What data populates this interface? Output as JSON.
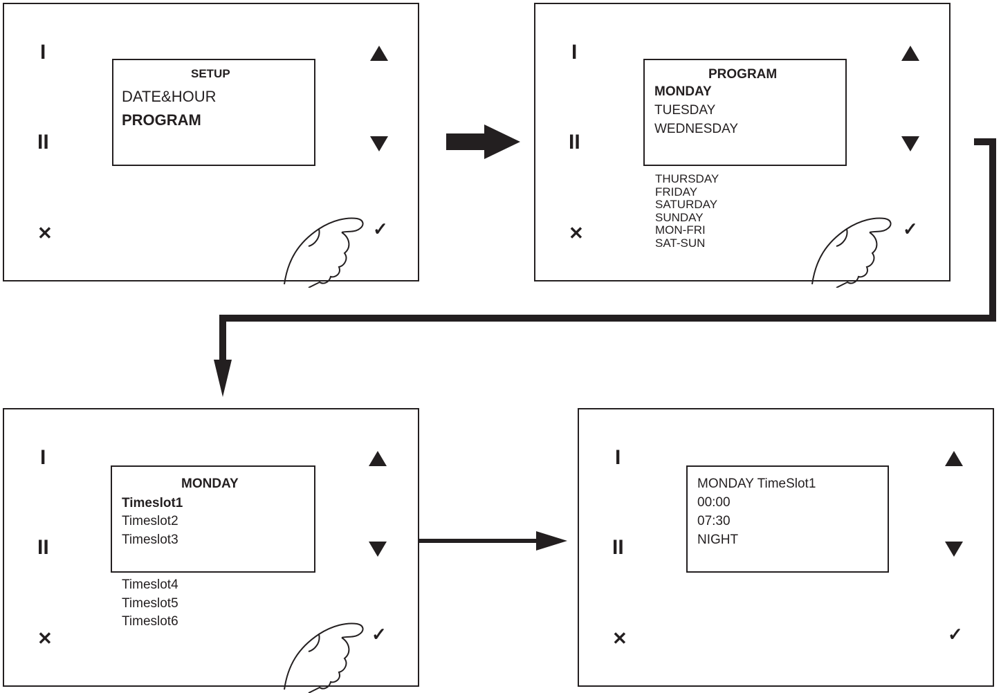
{
  "buttons": {
    "one": "I",
    "two": "II",
    "cancel": "✕",
    "confirm": "✓"
  },
  "icons": {
    "up": "triangle-up-icon",
    "down": "triangle-down-icon",
    "hand": "pointing-hand-icon",
    "arrow": "arrow-right-icon"
  },
  "colors": {
    "ink": "#231f20",
    "background": "#ffffff"
  },
  "panel1": {
    "title": "SETUP",
    "items": [
      "DATE&HOUR",
      "PROGRAM"
    ],
    "selected": "PROGRAM"
  },
  "panel2": {
    "title": "PROGRAM",
    "items": [
      "MONDAY",
      "TUESDAY",
      "WEDNESDAY"
    ],
    "extra_items": [
      "THURSDAY",
      "FRIDAY",
      "SATURDAY",
      "SUNDAY",
      "MON-FRI",
      "SAT-SUN"
    ]
  },
  "panel3": {
    "title": "MONDAY",
    "items": [
      "Timeslot1",
      "Timeslot2",
      "Timeslot3"
    ],
    "extra_items": [
      "Timeslot4",
      "Timeslot5",
      "Timeslot6"
    ]
  },
  "panel4": {
    "lines": [
      "MONDAY TimeSlot1",
      "00:00",
      "07:30",
      "NIGHT"
    ]
  }
}
